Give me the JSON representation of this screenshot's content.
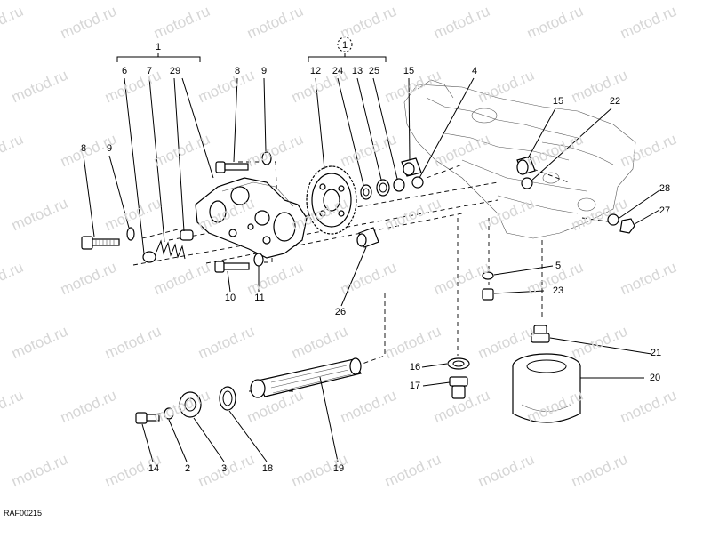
{
  "watermark": "motod.ru",
  "diagram_code": "RAF00215",
  "callouts": [
    {
      "id": "group-1a",
      "label": "1"
    },
    {
      "id": "group-1b",
      "label": "1"
    },
    {
      "id": "p6",
      "label": "6"
    },
    {
      "id": "p7",
      "label": "7"
    },
    {
      "id": "p29",
      "label": "29"
    },
    {
      "id": "p8a",
      "label": "8"
    },
    {
      "id": "p9a",
      "label": "9"
    },
    {
      "id": "p12",
      "label": "12"
    },
    {
      "id": "p24",
      "label": "24"
    },
    {
      "id": "p13",
      "label": "13"
    },
    {
      "id": "p25",
      "label": "25"
    },
    {
      "id": "p15a",
      "label": "15"
    },
    {
      "id": "p4",
      "label": "4"
    },
    {
      "id": "p15b",
      "label": "15"
    },
    {
      "id": "p22",
      "label": "22"
    },
    {
      "id": "p8b",
      "label": "8"
    },
    {
      "id": "p9b",
      "label": "9"
    },
    {
      "id": "p28",
      "label": "28"
    },
    {
      "id": "p27",
      "label": "27"
    },
    {
      "id": "p5",
      "label": "5"
    },
    {
      "id": "p23",
      "label": "23"
    },
    {
      "id": "p10",
      "label": "10"
    },
    {
      "id": "p11",
      "label": "11"
    },
    {
      "id": "p26",
      "label": "26"
    },
    {
      "id": "p21",
      "label": "21"
    },
    {
      "id": "p20",
      "label": "20"
    },
    {
      "id": "p16",
      "label": "16"
    },
    {
      "id": "p17",
      "label": "17"
    },
    {
      "id": "p14",
      "label": "14"
    },
    {
      "id": "p2",
      "label": "2"
    },
    {
      "id": "p3",
      "label": "3"
    },
    {
      "id": "p18",
      "label": "18"
    },
    {
      "id": "p19",
      "label": "19"
    }
  ]
}
